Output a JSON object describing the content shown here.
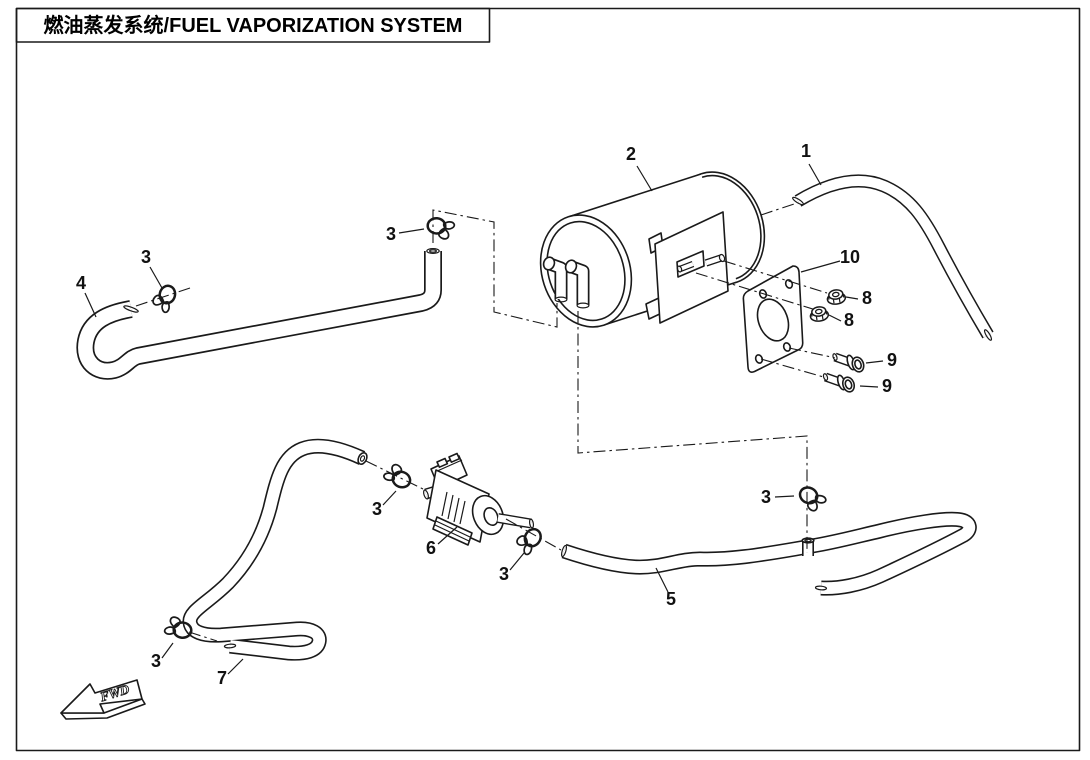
{
  "title": {
    "text": "燃油蒸发系统/FUEL VAPORIZATION SYSTEM"
  },
  "colors": {
    "line": "#1a1a1a",
    "background": "#ffffff"
  },
  "fwd_marker": {
    "label": "FWD"
  },
  "callouts": [
    {
      "label": "2"
    },
    {
      "label": "1"
    },
    {
      "label": "10"
    },
    {
      "label": "8"
    },
    {
      "label": "8"
    },
    {
      "label": "9"
    },
    {
      "label": "9"
    },
    {
      "label": "3"
    },
    {
      "label": "3"
    },
    {
      "label": "4"
    },
    {
      "label": "3"
    },
    {
      "label": "6"
    },
    {
      "label": "3"
    },
    {
      "label": "3"
    },
    {
      "label": "5"
    },
    {
      "label": "3"
    },
    {
      "label": "7"
    }
  ]
}
